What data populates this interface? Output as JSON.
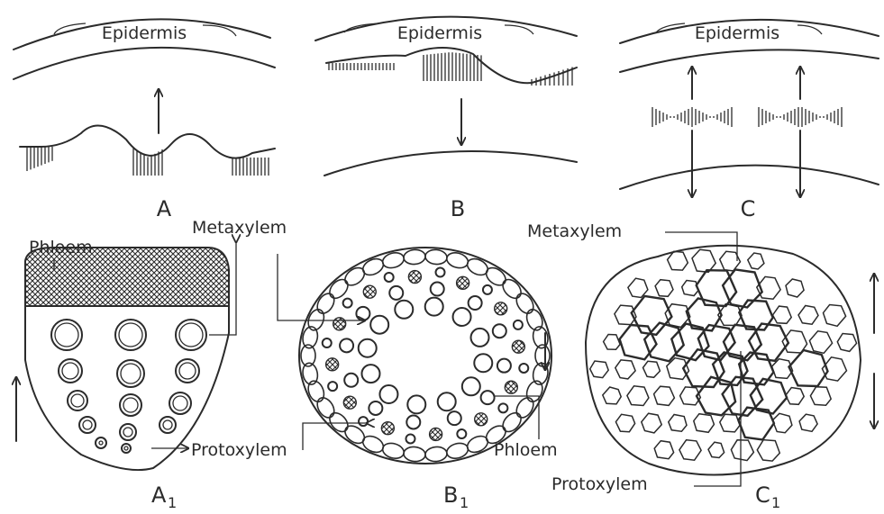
{
  "panels": {
    "A": {
      "label": "A",
      "epidermis": "Epidermis"
    },
    "B": {
      "label": "B",
      "epidermis": "Epidermis"
    },
    "C": {
      "label": "C",
      "epidermis": "Epidermis"
    },
    "A1": {
      "label": "A",
      "subscript": "1",
      "phloem": "Phloem",
      "metaxylem": "Metaxylem",
      "protoxylem": "Protoxylem"
    },
    "B1": {
      "label": "B",
      "subscript": "1",
      "phloem": "Phloem"
    },
    "C1": {
      "label": "C",
      "subscript": "1",
      "metaxylem": "Metaxylem",
      "protoxylem": "Protoxylem"
    }
  },
  "colors": {
    "ink": "#2b2b2b",
    "background": "#ffffff"
  }
}
